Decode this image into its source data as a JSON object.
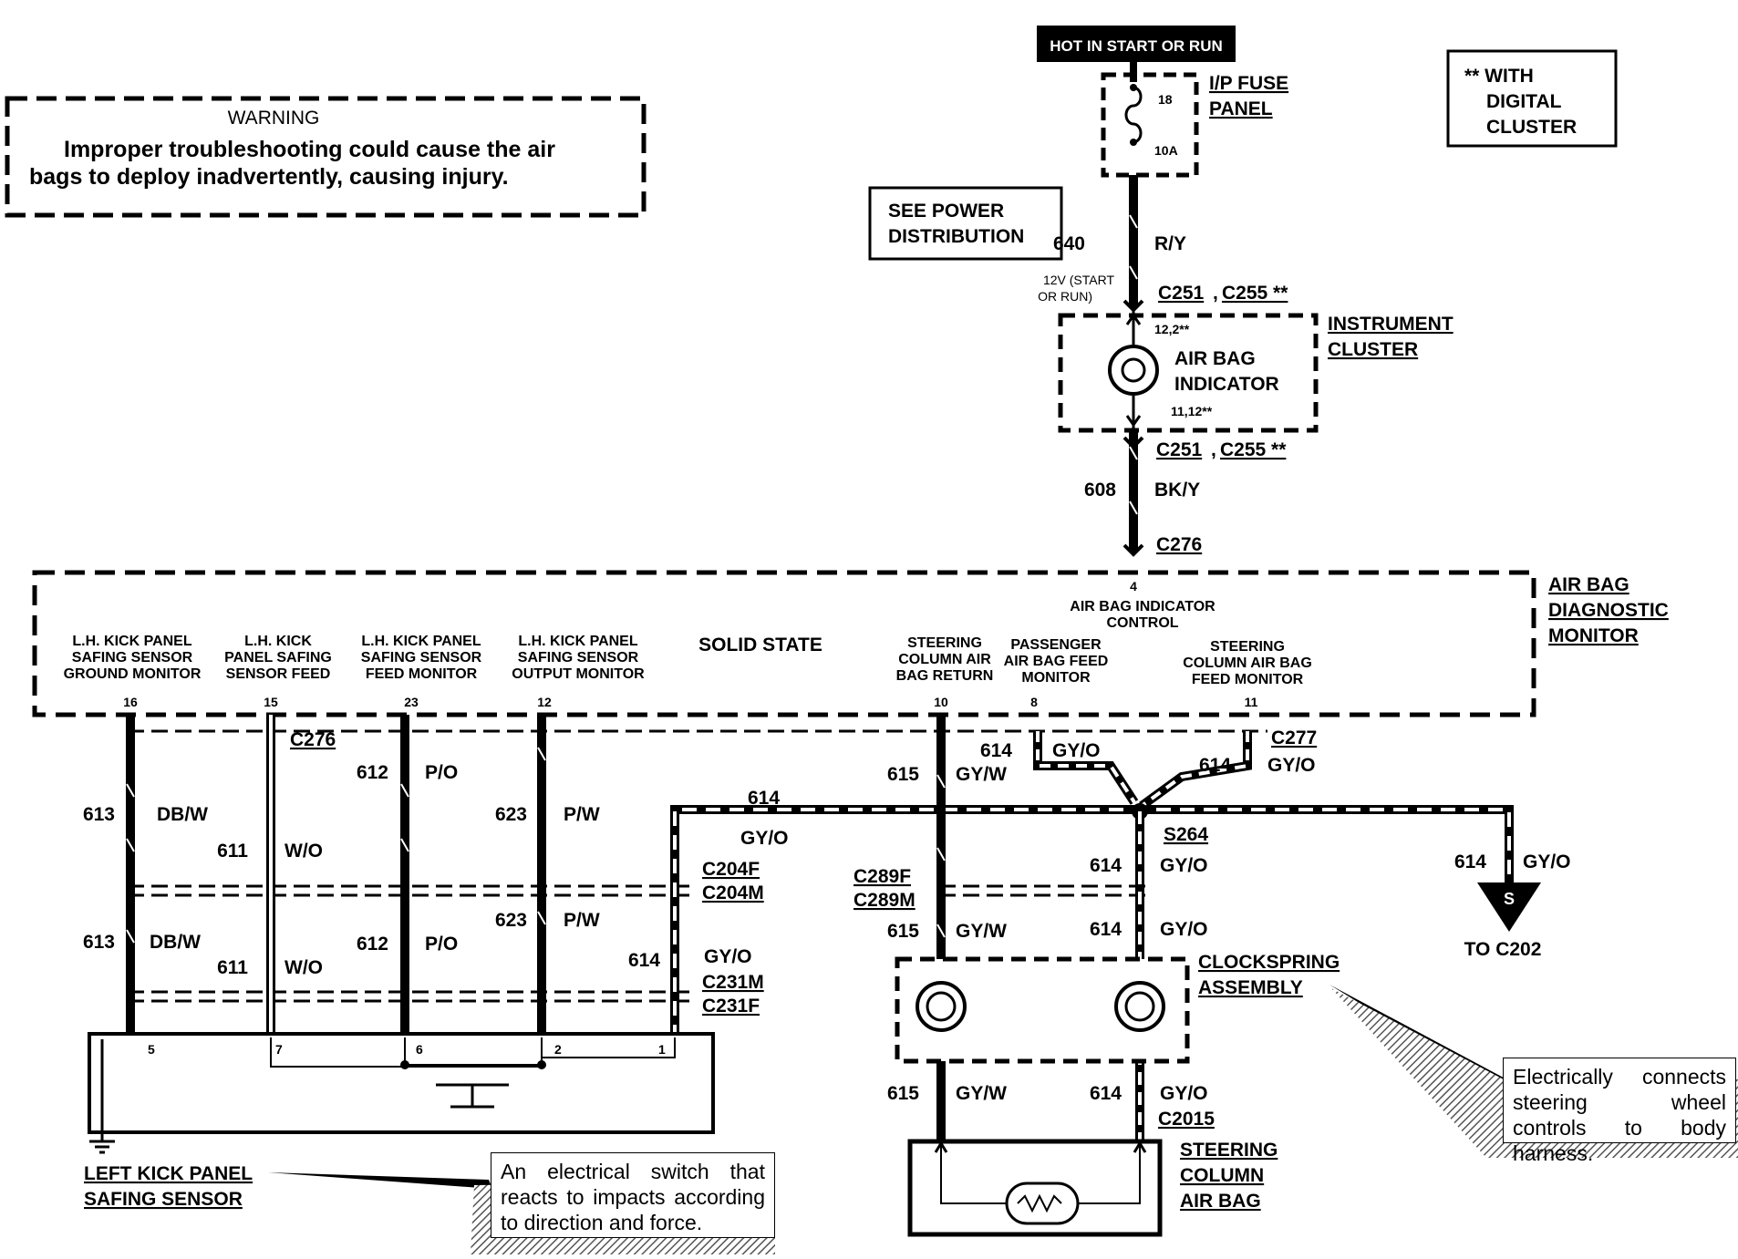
{
  "warning": {
    "title": "WARNING",
    "line1": "Improper troubleshooting could cause the air",
    "line2": "bags to deploy inadvertently, causing injury."
  },
  "hot_label": "HOT IN START OR RUN",
  "fuse_panel": {
    "line1": "I/P FUSE",
    "line2": "PANEL",
    "fuse_num": "18",
    "rating": "10A"
  },
  "digital_note": {
    "line1": "** WITH",
    "line2": "DIGITAL",
    "line3": "CLUSTER"
  },
  "power_dist": {
    "line1": "SEE POWER",
    "line2": "DISTRIBUTION"
  },
  "top_circuit": {
    "num": "640",
    "color": "R/Y",
    "note1": "12V (START",
    "note2": "OR RUN)"
  },
  "conn_c251_a": "C251",
  "conn_c255_a": "C255 **",
  "cluster": {
    "line1": "INSTRUMENT",
    "line2": "CLUSTER",
    "pin_top": "12,2**",
    "pin_bot": "11,12**"
  },
  "indicator": {
    "line1": "AIR BAG",
    "line2": "INDICATOR"
  },
  "conn_c251_b": "C251",
  "conn_c255_b": "C255 **",
  "mid_circuit": {
    "num": "608",
    "color": "BK/Y"
  },
  "conn_c276_top": "C276",
  "module": {
    "line1": "AIR BAG",
    "line2": "DIAGNOSTIC",
    "line3": "MONITOR",
    "solid_state": "SOLID STATE",
    "ctrl_pin": "4",
    "ctrl_line1": "AIR BAG INDICATOR",
    "ctrl_line2": "CONTROL"
  },
  "pins": [
    {
      "l1": "L.H. KICK PANEL",
      "l2": "SAFING SENSOR",
      "l3": "GROUND MONITOR",
      "pin": "16"
    },
    {
      "l1": "L.H. KICK",
      "l2": "PANEL SAFING",
      "l3": "SENSOR FEED",
      "pin": "15"
    },
    {
      "l1": "L.H. KICK PANEL",
      "l2": "SAFING SENSOR",
      "l3": "FEED MONITOR",
      "pin": "23"
    },
    {
      "l1": "L.H. KICK PANEL",
      "l2": "SAFING SENSOR",
      "l3": "OUTPUT MONITOR",
      "pin": "12"
    },
    {
      "l1": "STEERING",
      "l2": "COLUMN AIR",
      "l3": "BAG RETURN",
      "pin": "10"
    },
    {
      "l1": "PASSENGER",
      "l2": "AIR BAG FEED",
      "l3": "MONITOR",
      "pin": "8"
    },
    {
      "l1": "STEERING",
      "l2": "COLUMN AIR BAG",
      "l3": "FEED MONITOR",
      "pin": "11"
    }
  ],
  "wires": {
    "w613": "613",
    "c613": "DB/W",
    "w611": "611",
    "c611": "W/O",
    "w612": "612",
    "c612": "P/O",
    "w623": "623",
    "c623": "P/W",
    "w614": "614",
    "c614": "GY/O",
    "w615": "615",
    "c615": "GY/W"
  },
  "connectors": {
    "c276": "C276",
    "c277": "C277",
    "c204f": "C204F",
    "c204m": "C204M",
    "c231m": "C231M",
    "c231f": "C231F",
    "c289f": "C289F",
    "c289m": "C289M",
    "s264": "S264",
    "c2015": "C2015"
  },
  "splice": {
    "symbol": "S",
    "dest": "TO C202"
  },
  "sensor_pins": [
    "5",
    "7",
    "6",
    "2",
    "1"
  ],
  "sensor_label": {
    "line1": "LEFT KICK PANEL",
    "line2": "SAFING SENSOR"
  },
  "sensor_callout": "An electrical switch that reacts to impacts according to direction and force.",
  "clockspring": {
    "line1": "CLOCKSPRING",
    "line2": "ASSEMBLY"
  },
  "clockspring_callout": "Electrically connects steering wheel controls to body harness.",
  "airbag": {
    "line1": "STEERING",
    "line2": "COLUMN",
    "line3": "AIR BAG"
  }
}
